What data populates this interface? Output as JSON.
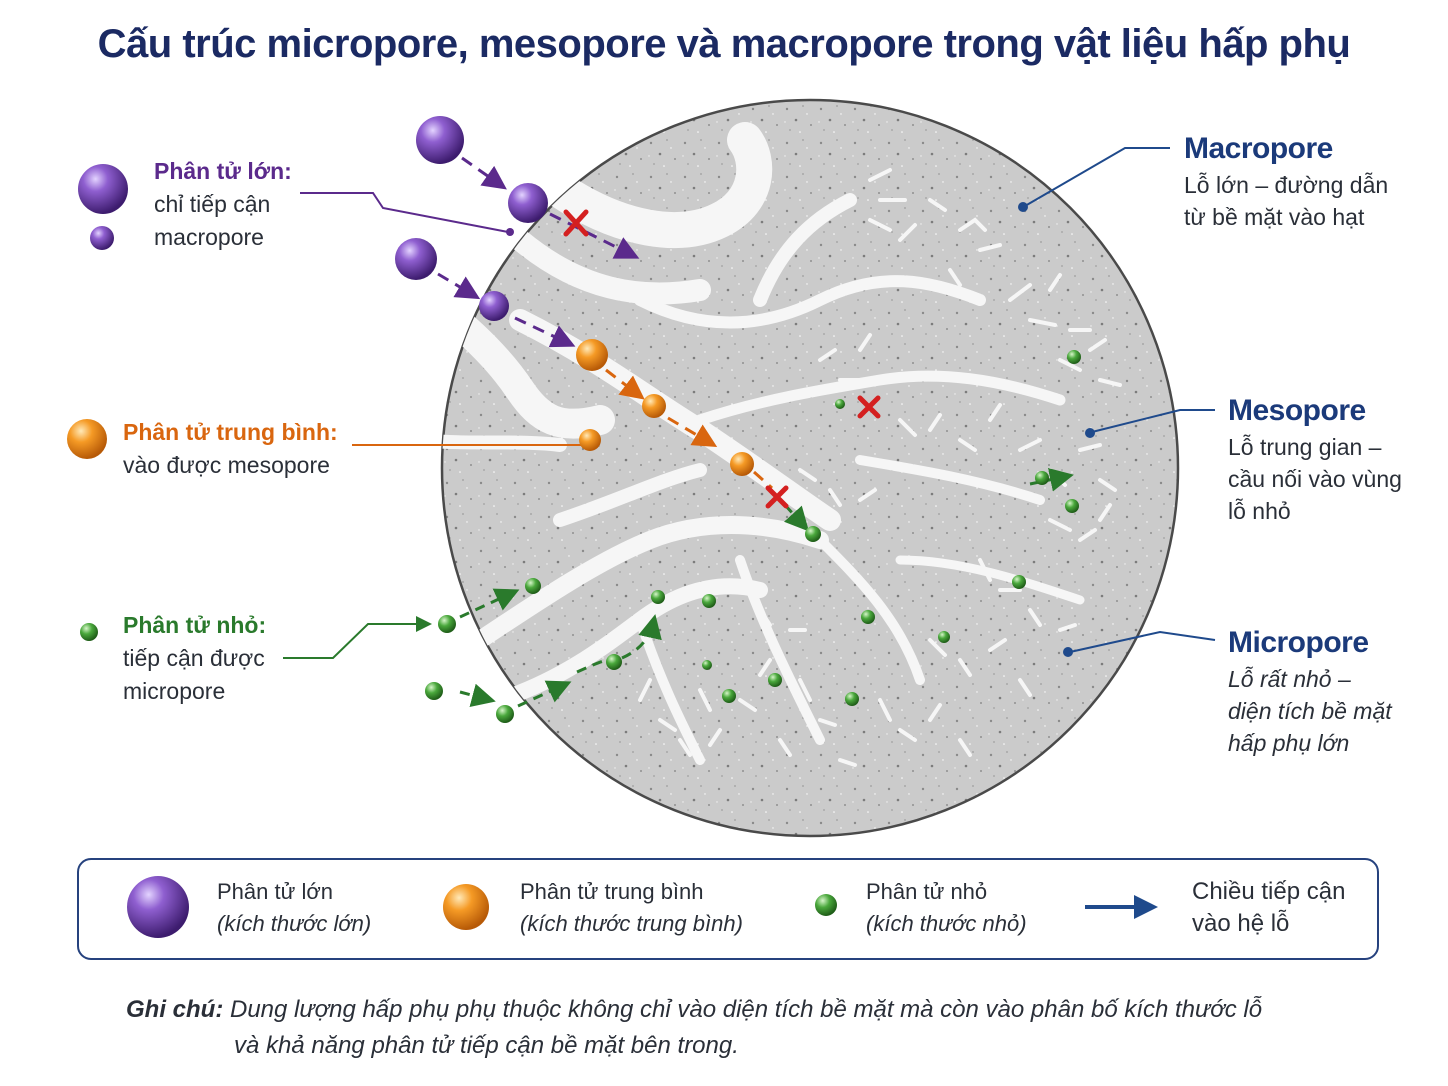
{
  "title": "Cấu trúc micropore, mesopore và macropore trong vật liệu hấp phụ",
  "left_labels": {
    "large": {
      "head": "Phân tử lớn:",
      "line1": "chỉ tiếp cận",
      "line2": "macropore"
    },
    "medium": {
      "head": "Phân tử trung bình:",
      "line1": "vào được mesopore"
    },
    "small": {
      "head": "Phân tử nhỏ:",
      "line1": "tiếp cận được",
      "line2": "micropore"
    }
  },
  "right_labels": {
    "macropore": {
      "head": "Macropore",
      "line1": "Lỗ lớn – đường dẫn",
      "line2": "từ bề mặt vào hạt"
    },
    "mesopore": {
      "head": "Mesopore",
      "line1": "Lỗ trung gian –",
      "line2": "cầu nối vào vùng",
      "line3": "lỗ nhỏ"
    },
    "micropore": {
      "head": "Micropore",
      "line1": "Lỗ rất nhỏ –",
      "line2": "diện tích bề mặt",
      "line3": "hấp phụ lớn"
    }
  },
  "legend": {
    "large": {
      "name": "Phân tử lớn",
      "size": "(kích thước lớn)"
    },
    "medium": {
      "name": "Phân tử trung bình",
      "size": "(kích thước trung bình)"
    },
    "small": {
      "name": "Phân tử nhỏ",
      "size": "(kích thước nhỏ)"
    },
    "arrow": {
      "line1": "Chiều tiếp cận",
      "line2": "vào hệ lỗ"
    }
  },
  "note": {
    "label": "Ghi chú:",
    "line1": "Dung lượng hấp phụ phụ thuộc không chỉ vào diện tích bề mặt mà còn vào phân bố kích thước lỗ",
    "line2": "và khả năng phân tử tiếp cận bề mặt bên trong."
  },
  "colors": {
    "title": "#1b2a63",
    "large_molecule": "#6a3fa8",
    "medium_molecule": "#f08a1c",
    "small_molecule": "#3c9a34",
    "particle": "#c9c9c9",
    "blocked_mark": "#d42020",
    "leader_blue": "#1f4a8c"
  }
}
